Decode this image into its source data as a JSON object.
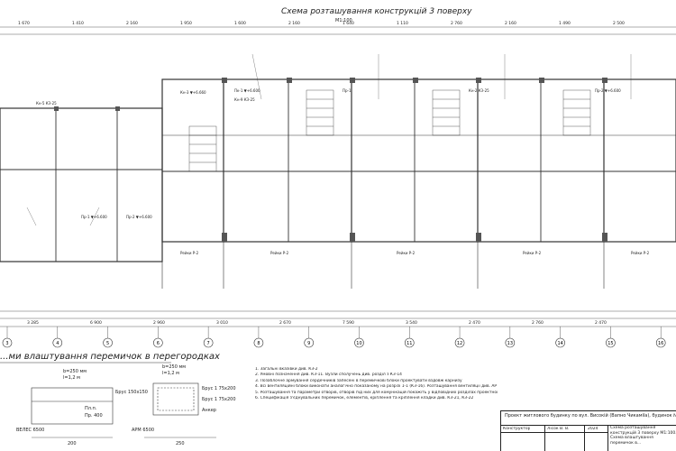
{
  "drawing": {
    "title": "Схема розташування конструкцій 3 поверху",
    "scale": "М1:100",
    "lintel_section_title": "...ми влаштування перемичок в перегородках",
    "axis_numbers": [
      "3",
      "4",
      "5",
      "6",
      "7",
      "8",
      "9",
      "10",
      "11",
      "12",
      "13",
      "14",
      "15",
      "16"
    ],
    "dimensions_bottom": [
      "3 285",
      "6 900",
      "2 960",
      "3 010",
      "2 670",
      "7 590",
      "3 540",
      "2 470",
      "2 760",
      "2 470"
    ],
    "dimensions_top": [
      "1 670",
      "1 410",
      "2 160",
      "1 950",
      "1 600",
      "2 160",
      "1 640",
      "1 110",
      "2 760",
      "2 160",
      "1 490",
      "2 500"
    ],
    "lintel_labels": [
      "Пр-1 ▼+6.600",
      "Пр-2 ▼+6.600",
      "Кн-3 ▼+6.660",
      "Пк-1 ▼+6.600",
      "Кн-9 КЗ-25",
      "Кн-5 КЗ-25",
      "Пр-1",
      "Кн-2 КЗ-25",
      "Пр-2 ▼+6.600",
      "Рейки Р-2",
      "Рейки Р-2",
      "Рейки Р-2",
      "Рейки Р-2",
      "Рейки Р-2"
    ],
    "details": {
      "d1": {
        "width": "b=250 мм",
        "length": "l=1,2 м",
        "label_a": "Брус 150х150",
        "label_b": "Пл.п.",
        "label_c": "Пр. 400",
        "label_d": "ВЕЛЕС 6500",
        "dim": "200"
      },
      "d2": {
        "width": "b=250 мм",
        "length": "l=1,2 м",
        "label_a": "Брус 1 75х200",
        "label_b": "Брус 1 75х200",
        "label_c": "Анкер",
        "label_d": "АРМ 6500",
        "dim": "250"
      }
    }
  },
  "notes": [
    "1. Загальні вказівки див. КЗ-2",
    "2. Умовні позначення див. КЗ-11. Вузли сполучень див. розділ з КЗ-14",
    "3. Позаблочне армування сердечників запесені в перемичкові блоки проектувати вздовж карнизу",
    "4. Всі вентиляційні блоки виконати аналогічно показаному на розрізі 1-1 (КЗ-16). Розташування вентиляції див. АР",
    "5. Розташування та параметри отворів, отворів під них для комунікацій покажіть у відповідних розділах проектної документації",
    "6. Специфікація з'єднувальних перемичок, елементів, кріплення та кріплення кладки див. КЗ-21, КЗ-22"
  ],
  "title_block": {
    "project": "Проект житлового будинку по вул. Високій (Вапно Чикаміїа), будинок №...",
    "sheet_title": "Схема розташування конструкцій 3 поверху М1:100. Схема влаштування перемичок в...",
    "role": "Конструктор",
    "name": "Лісок В. В.",
    "year": "2024"
  }
}
